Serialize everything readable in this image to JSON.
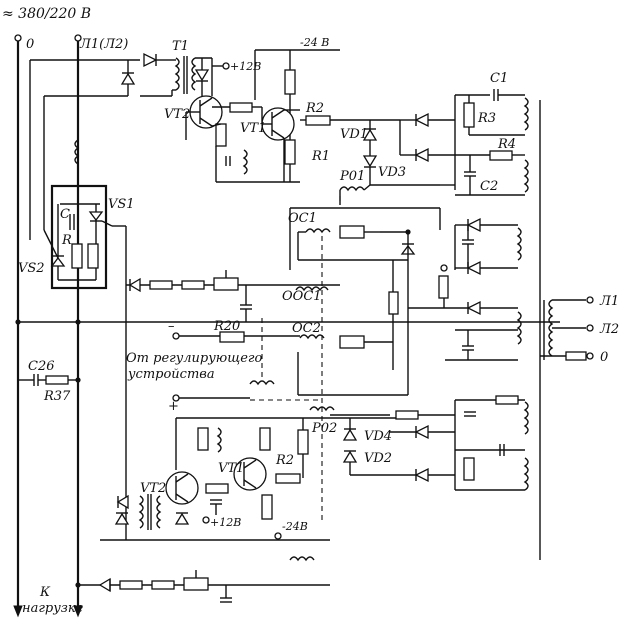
{
  "labels": {
    "supply": "≈ 380/220 В",
    "neutral_top": "0",
    "phase_top": "Л1(Л2)",
    "t1": "T1",
    "plus12_top": "+12В",
    "minus24_top": "-24 В",
    "vt2_top": "VT2",
    "vt1_top": "VT1",
    "r2_top": "R2",
    "r1": "R1",
    "vd1": "VD1",
    "vd3": "VD3",
    "p01": "P01",
    "c1": "C1",
    "r3": "R3",
    "r4": "R4",
    "c2": "C2",
    "vs1": "VS1",
    "vs2": "VS2",
    "c": "C",
    "r": "R",
    "oc1": "ОС1",
    "ooc1": "ООС1",
    "oc2": "ОС2",
    "r20": "R20",
    "control_line1": "От регулирующего",
    "control_line2": "устройства",
    "minus": "–",
    "plus": "+",
    "c26": "C26",
    "r37": "R37",
    "p02": "P02",
    "vd4": "VD4",
    "vd2": "VD2",
    "vt1_bot": "VT1",
    "r2_bot": "R2",
    "vt2_bot": "VT2",
    "plus12_bot": "+12В",
    "minus24_bot": "-24В",
    "out_l1": "Л1",
    "out_l2": "Л2",
    "out_0": "0",
    "load_line1": "К",
    "load_line2": "нагрузке"
  }
}
